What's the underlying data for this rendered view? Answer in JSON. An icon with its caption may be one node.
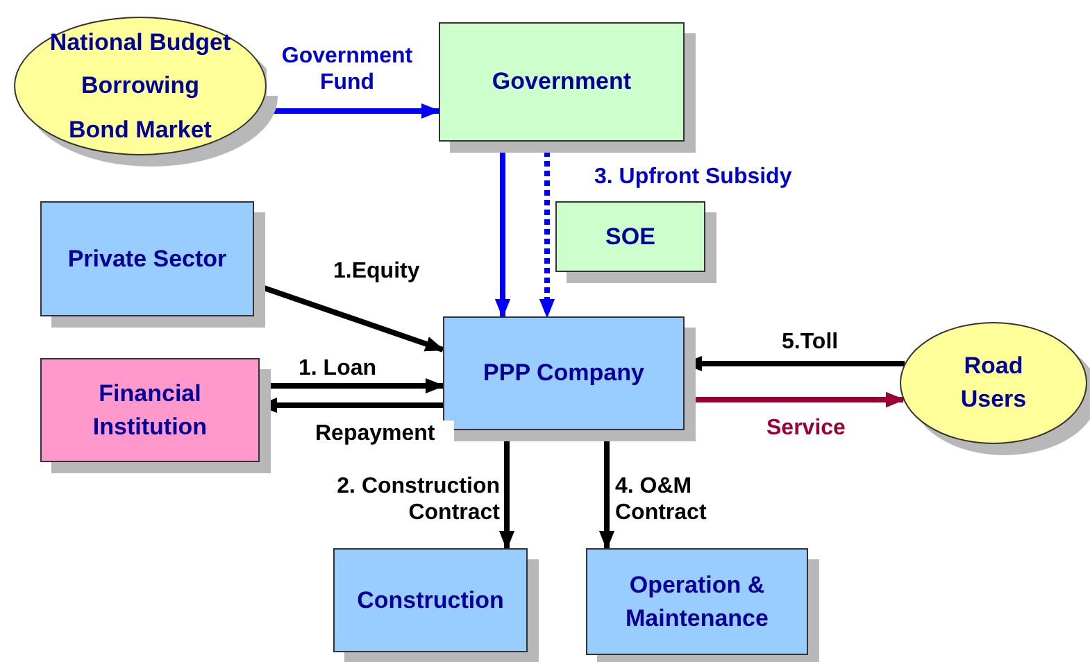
{
  "diagram": {
    "nodes": [
      {
        "text": [
          "National Budget",
          "Borrowing",
          "Bond Market"
        ]
      },
      {
        "text": [
          "Government"
        ]
      },
      {
        "text": [
          "Private Sector"
        ]
      },
      {
        "text": [
          "SOE"
        ]
      },
      {
        "text": [
          "Financial Institution"
        ]
      },
      {
        "text": [
          "PPP Company"
        ]
      },
      {
        "text": [
          "Road Users"
        ]
      },
      {
        "text": [
          "Construction"
        ]
      },
      {
        "text": [
          "Operation & Maintenance"
        ]
      }
    ],
    "edges": [
      {
        "from": 0,
        "to": 1,
        "arrow": "to",
        "label": "Government Fund",
        "color": "#0000ff"
      },
      {
        "from": 1,
        "to": 5,
        "arrow": "to",
        "color": "#0000ff"
      },
      {
        "from": 1,
        "to": 5,
        "arrow": "to",
        "label": "3. Upfront Subsidy",
        "style": "dashed",
        "color": "#0000ff"
      },
      {
        "from": 2,
        "to": 5,
        "arrow": "to",
        "label": "1.Equity"
      },
      {
        "from": 4,
        "to": 5,
        "arrow": "to",
        "label": "1. Loan"
      },
      {
        "from": 5,
        "to": 4,
        "arrow": "to",
        "label": "Repayment"
      },
      {
        "from": 6,
        "to": 5,
        "arrow": "to",
        "label": "5.Toll"
      },
      {
        "from": 5,
        "to": 6,
        "arrow": "to",
        "label": "Service",
        "color": "#990033"
      },
      {
        "from": 5,
        "to": 7,
        "arrow": "to",
        "label": "2. Construction Contract"
      },
      {
        "from": 5,
        "to": 8,
        "arrow": "to",
        "label": "4. O&M Contract"
      }
    ]
  }
}
